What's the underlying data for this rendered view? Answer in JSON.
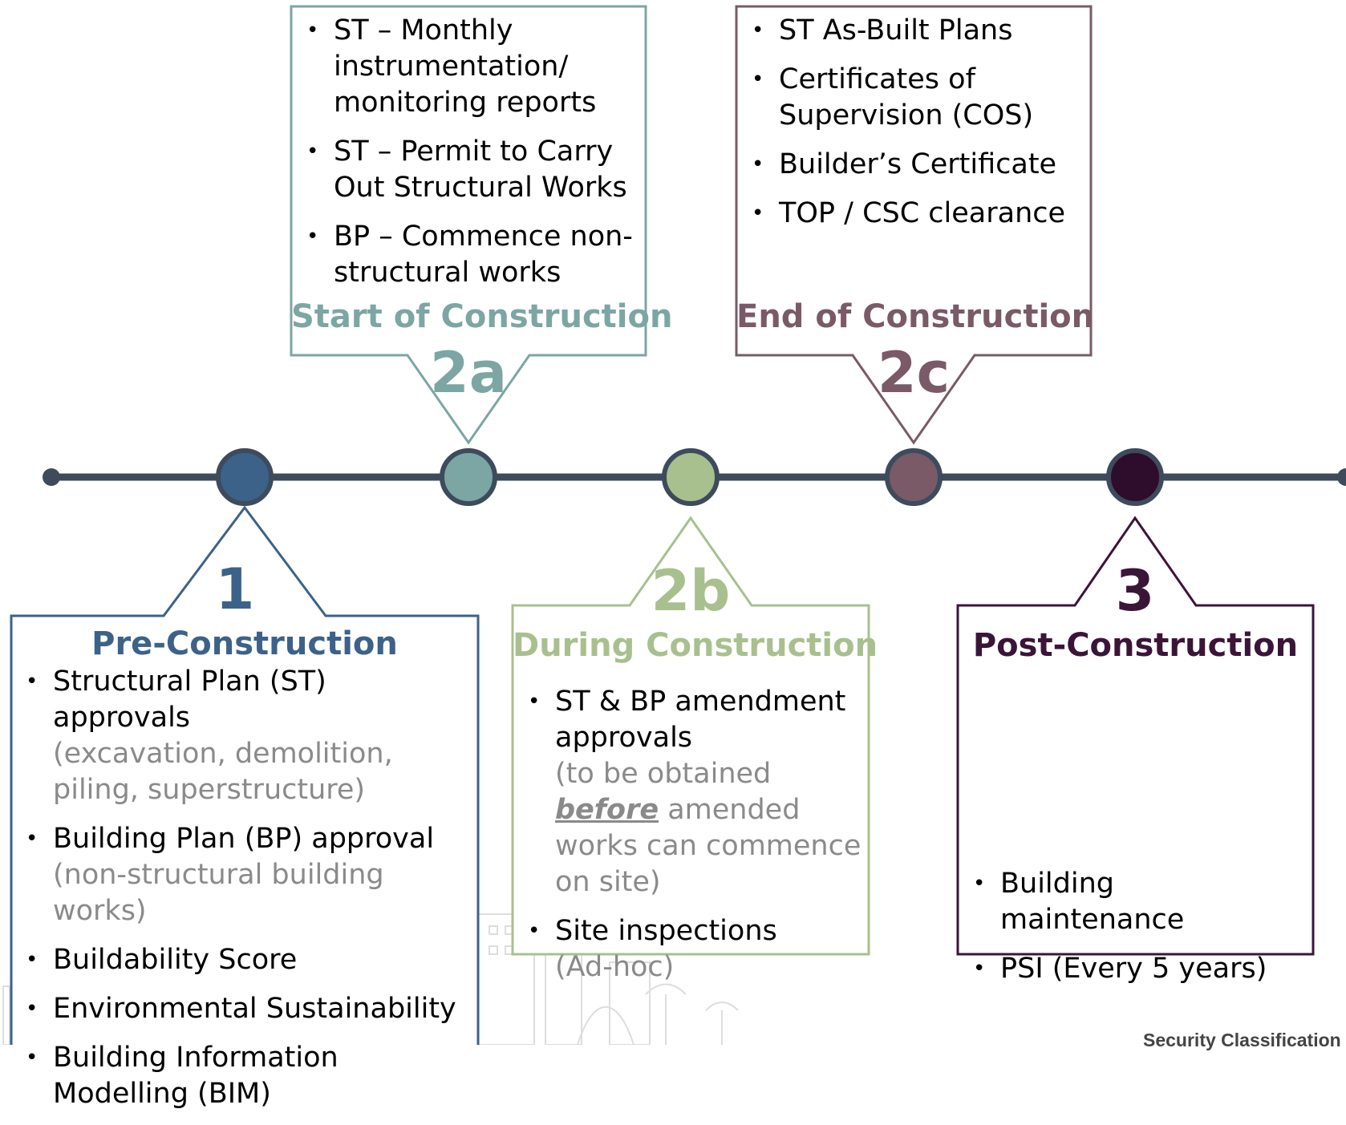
{
  "stages": {
    "pre": {
      "number": "1",
      "title": "Pre-Construction",
      "color": "#3c6289",
      "items": [
        {
          "text": "Structural Plan (ST) approvals",
          "note": "(excavation, demolition, piling, superstructure)"
        },
        {
          "text": "Building Plan (BP) approval",
          "note": "(non-structural building works)"
        },
        {
          "text": "Buildability Score"
        },
        {
          "text": "Environmental Sustainability"
        },
        {
          "text": "Building Information Modelling (BIM)"
        }
      ]
    },
    "start": {
      "number": "2a",
      "title": "Start of Construction",
      "color": "#7ca6a3",
      "items": [
        {
          "text": "ST – Monthly instrumentation/ monitoring reports"
        },
        {
          "text": "ST – Permit to Carry Out Structural Works"
        },
        {
          "text": "BP – Commence non-structural works"
        }
      ]
    },
    "during": {
      "number": "2b",
      "title": "During Construction",
      "color": "#a8c08e",
      "items": [
        {
          "text": "ST & BP amendment approvals",
          "note_prefix": "(to be obtained ",
          "note_emph": "before",
          "note_suffix": " amended works can commence on site)"
        },
        {
          "text": "Site inspections",
          "note": "(Ad-hoc)"
        }
      ]
    },
    "end": {
      "number": "2c",
      "title": "End of Construction",
      "color": "#7a5a67",
      "items": [
        {
          "text": "ST As-Built Plans"
        },
        {
          "text": "Certificates of Supervision (COS)"
        },
        {
          "text": "Builder’s Certificate"
        },
        {
          "text": "TOP / CSC clearance"
        }
      ]
    },
    "post": {
      "number": "3",
      "title": "Post-Construction",
      "color": "#3b1538",
      "items": [
        {
          "text": "Building maintenance"
        },
        {
          "text": "PSI (Every 5 years)"
        }
      ]
    }
  },
  "timeline": {
    "line_color": "#3d4b5c",
    "node_colors": [
      "#3c6289",
      "#7ca6a3",
      "#a8c08e",
      "#7a5a67",
      "#2e0c2b"
    ]
  },
  "footer": {
    "classification": "Security Classification"
  }
}
